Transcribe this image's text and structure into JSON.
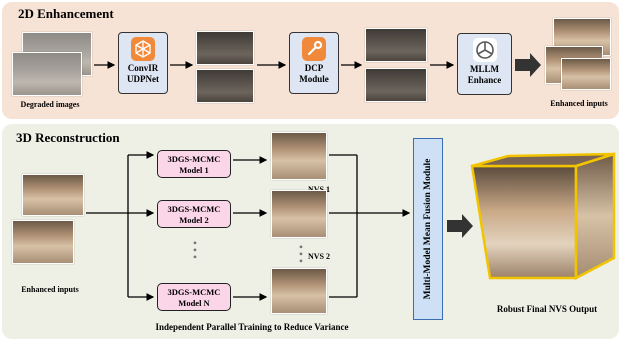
{
  "enhancement": {
    "title": "2D Enhancement",
    "degraded_label": "Degraded images",
    "module1": {
      "line1": "ConvIR",
      "line2": "UDPNet"
    },
    "module2": {
      "line1": "DCP",
      "line2": "Module"
    },
    "module3": {
      "line1": "MLLM",
      "line2": "Enhance"
    },
    "enhanced_label": "Enhanced inputs"
  },
  "reconstruction": {
    "title": "3D Reconstruction",
    "inputs_label": "Enhanced inputs",
    "models": [
      {
        "line1": "3DGS-MCMC",
        "line2": "Model 1"
      },
      {
        "line1": "3DGS-MCMC",
        "line2": "Model 2"
      },
      {
        "line1": "3DGS-MCMC",
        "line2": "Model N"
      }
    ],
    "nvs1": "NVS 1",
    "nvs2": "NVS 2",
    "fusion": "Multi-Model Mean Fusion Module",
    "caption": "Independent Parallel Training to Reduce Variance",
    "output_label": "Robust Final NVS Output"
  },
  "colors": {
    "top_panel": "#f7e3d6",
    "bottom_panel": "#eef0e6",
    "module_fill": "#dde6f2",
    "mcmc_fill": "#fbd5e8",
    "fusion_fill": "#cde0f5",
    "cube_edge": "#f2c400",
    "icon_orange": "#f08a3a",
    "icon_gray": "#595959"
  }
}
